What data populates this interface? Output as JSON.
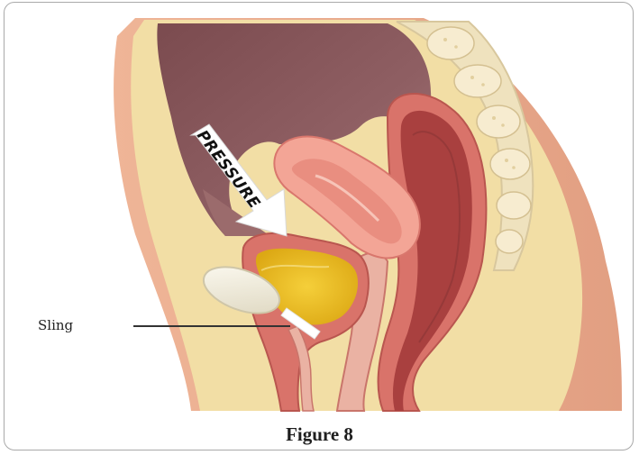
{
  "figure": {
    "caption": "Figure 8",
    "labels": {
      "sling": "Sling",
      "pressure": "PRESSURE"
    },
    "colors": {
      "skin": "#e9ad8f",
      "fat": "#f2dea5",
      "abdominal_cavity": "#8a5a5d",
      "tissue_wall": "#d9736a",
      "tissue_light": "#f3a596",
      "bladder_content": "#e8b919",
      "bone": "#efe2be",
      "sling": "#ffffff",
      "arrow": "#ffffff"
    }
  }
}
